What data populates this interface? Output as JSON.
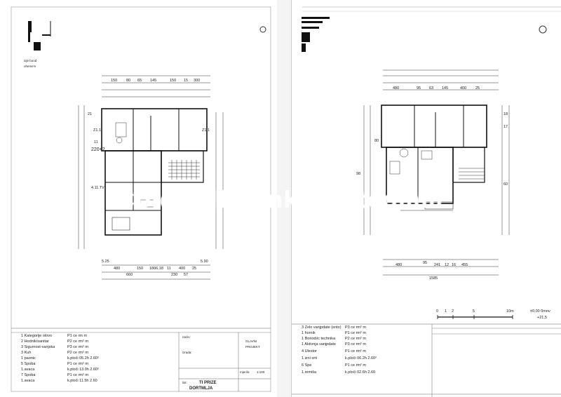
{
  "left": {
    "corner_labels": [
      "ioje bood",
      "oheme'e"
    ],
    "dims_top": [
      "150",
      "80",
      "65",
      "145",
      "150",
      "15",
      "300"
    ],
    "dims_bottom_row1": [
      "5.25",
      "480",
      "150",
      "1806,18",
      "11",
      "400",
      "25",
      "5.90"
    ],
    "dims_bottom_row2": [
      "660",
      "230",
      "57"
    ],
    "side_dims": [
      "220+2",
      "21",
      "Z1.1",
      "Z1.1",
      "4.11.TV",
      "11"
    ],
    "table_rows": [
      {
        "c1": "1 Kategorije olovo",
        "c2": "P1  ce  rm  m"
      },
      {
        "c1": "2 Hodnik/sanitar",
        "c2": "P2  ce  rm²  m"
      },
      {
        "c1": "3 Sigurnost-vanjska",
        "c2": "P3  ce  rm²  m"
      },
      {
        "c1": "3  Kuh",
        "c2": "P2  ce  rm²  m"
      },
      {
        "c1": "1 paonic",
        "c2": "k.ploči  05.2h 2.60²"
      },
      {
        "c1": "5  Spoba",
        "c2": "P1  ce  rm²  m"
      },
      {
        "c1": "1.avaca",
        "c2": "k.ploči  13.0h 2.60²"
      },
      {
        "c1": "7  Spoba",
        "c2": "P1  ce  rm²  m"
      },
      {
        "c1": "1.avaca",
        "c2": "k.ploči  11.5h 2.60"
      }
    ],
    "title_block": {
      "labels": [
        "naziv:",
        "izrada:",
        "mjerilo:",
        "list:"
      ],
      "values": [
        "GLAVNI",
        "PROJEKT",
        "1:100"
      ],
      "sheet_title_1": "TI PRIZE",
      "sheet_title_2": "DORTMLJA"
    }
  },
  "right": {
    "dims_top": [
      "480",
      "95",
      "63",
      "145",
      "400",
      "25"
    ],
    "dims_bottom_row1": [
      "480",
      "95",
      "241",
      "12",
      "16",
      "455"
    ],
    "dims_bottom_row2": [
      "1585"
    ],
    "side_dims": [
      "80",
      "98",
      "18",
      "60",
      "17"
    ],
    "scale_bar": [
      "0",
      "1",
      "2",
      "5",
      "10m"
    ],
    "elevation": "±0,00 0mnv",
    "elevation_2": "+21,5",
    "table_rows": [
      {
        "c1": "3  Zelo vanjpdate (ento)",
        "c2": "P3  ce  rm²  m"
      },
      {
        "c1": "1 hornik",
        "c2": "P1  ce  rm²  m"
      },
      {
        "c1": "1 Boriodi/c technika",
        "c2": "P2  ce  rm²  m"
      },
      {
        "c1": "1 Aktivnja vanjpdate",
        "c2": "P3  ce  rm²  m"
      },
      {
        "c1": "4  Ulestor",
        "c2": "P1  ce  rm²  m"
      },
      {
        "c1": "1.izni orti",
        "c2": "k.ploči  06.2h 2.60²"
      },
      {
        "c1": "6  Spe",
        "c2": "P1  ce  rm²  m"
      },
      {
        "c1": "1.remiša",
        "c2": "k.ploči  02.6h 2.60"
      }
    ]
  },
  "watermark": "Coldwell Banker Hitcomm"
}
